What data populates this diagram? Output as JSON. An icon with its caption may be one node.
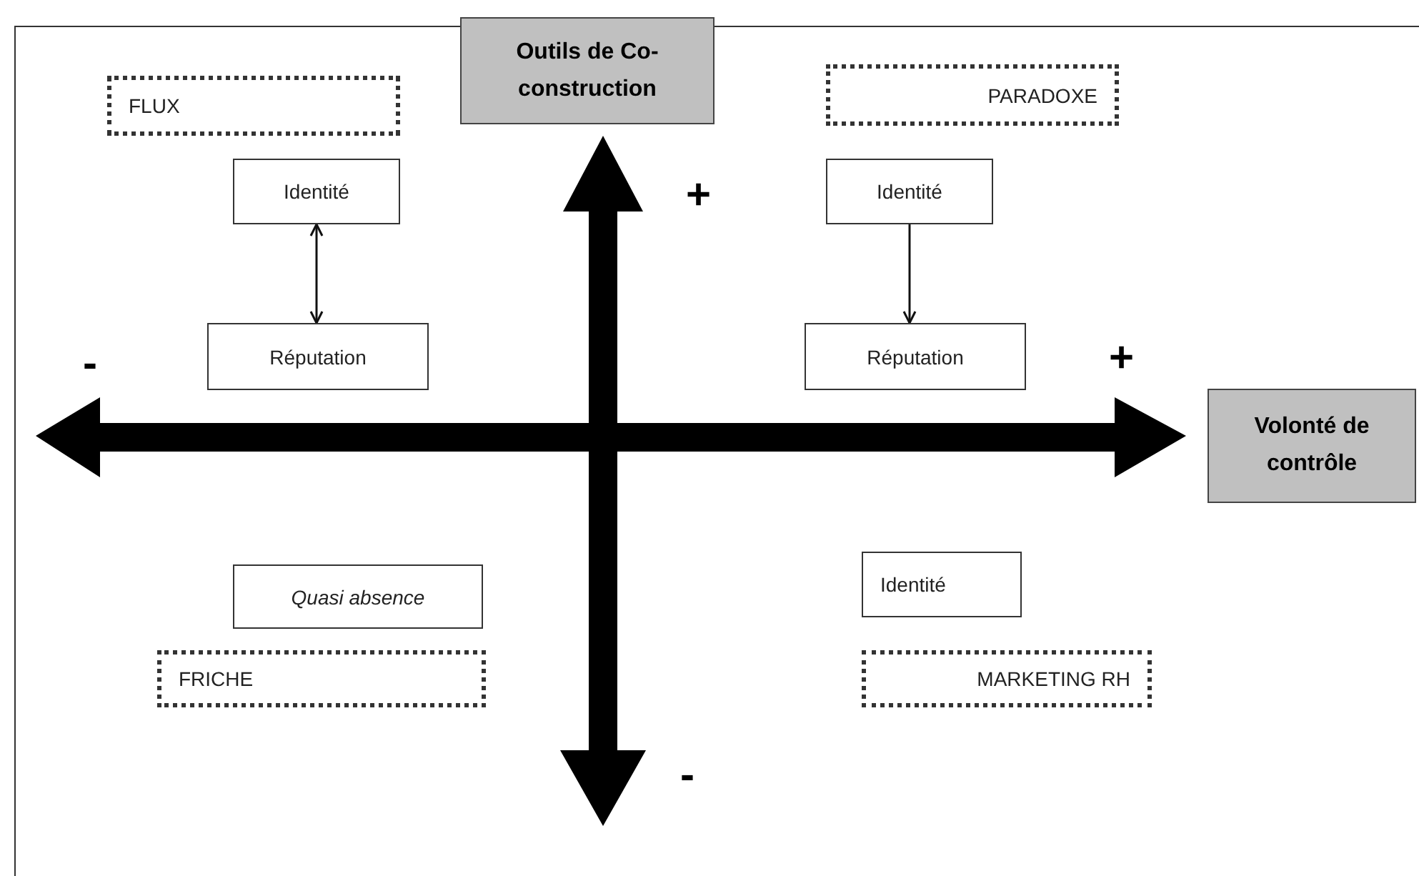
{
  "diagram": {
    "nodes": [
      {
        "text": [
          "Outils de Co-construction"
        ]
      },
      {
        "text": [
          "FLUX"
        ]
      },
      {
        "text": [
          "Identité"
        ]
      },
      {
        "text": [
          "Réputation"
        ]
      },
      {
        "text": [
          "PARADOXE"
        ]
      },
      {
        "text": [
          "Identité"
        ]
      },
      {
        "text": [
          "Réputation"
        ]
      },
      {
        "text": [
          "Volonté de contrôle"
        ]
      },
      {
        "text": [
          "Quasi absence"
        ]
      },
      {
        "text": [
          "FRICHE"
        ]
      },
      {
        "text": [
          "Identité"
        ]
      },
      {
        "text": [
          "MARKETING RH"
        ]
      }
    ],
    "edges": [
      {
        "from": 2,
        "to": 3,
        "arrow": "both"
      },
      {
        "from": 5,
        "to": 6,
        "arrow": "to"
      }
    ],
    "labels": [
      "+",
      "-",
      "+",
      "-"
    ]
  }
}
